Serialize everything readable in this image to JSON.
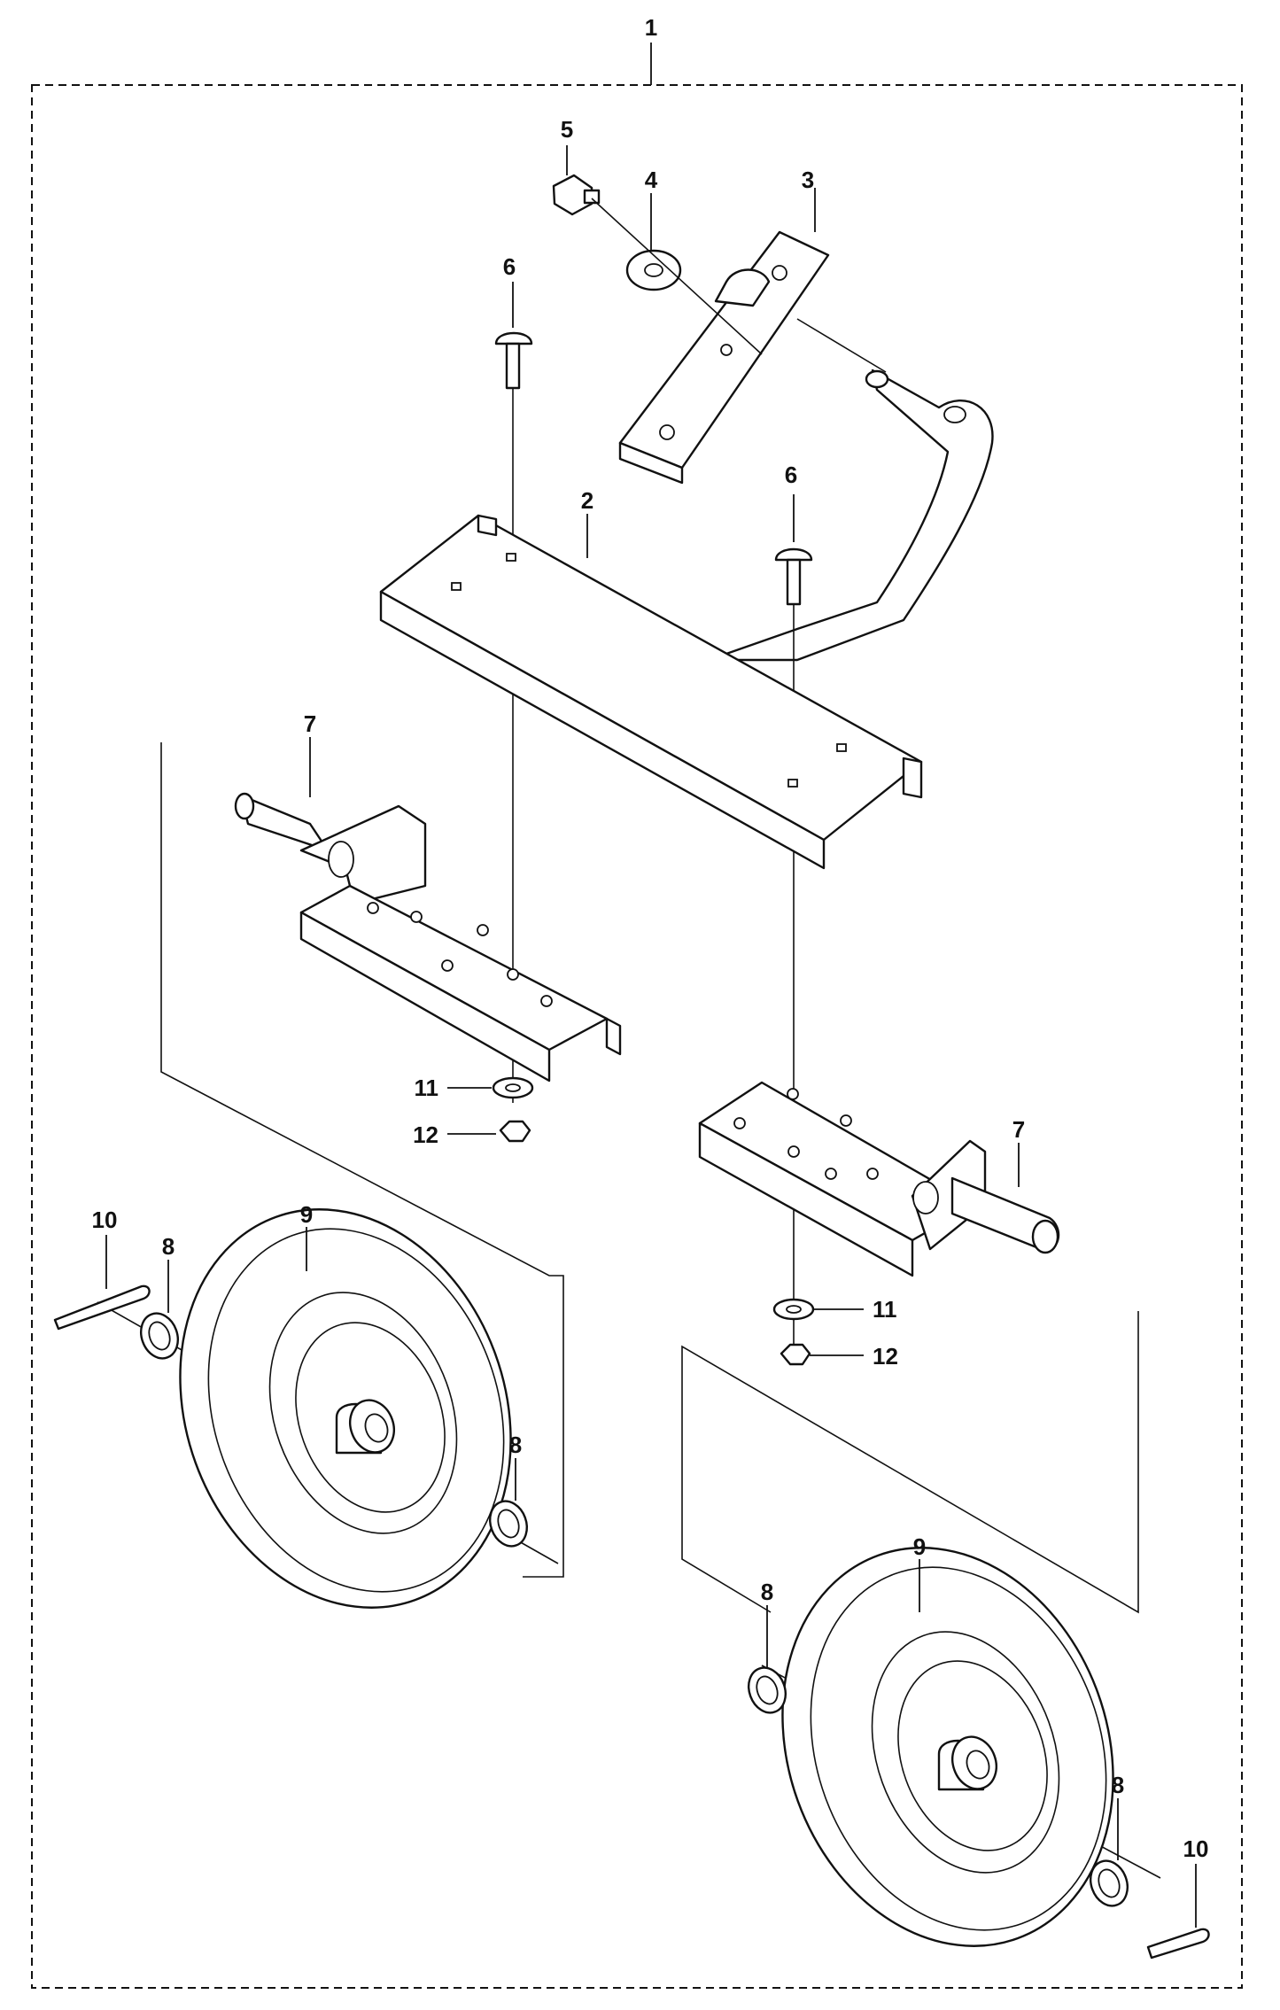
{
  "diagram": {
    "assembly_label": "1",
    "callouts": {
      "frame": "2",
      "handle_bracket": "3",
      "washer_4": "4",
      "bolt_5": "5",
      "carriage_bolt_left": "6",
      "carriage_bolt_right": "6",
      "axle_bracket_left": "7",
      "axle_bracket_right": "7",
      "washer_8_a": "8",
      "washer_8_b": "8",
      "washer_8_c": "8",
      "washer_8_d": "8",
      "wheel_left": "9",
      "wheel_right": "9",
      "cotter_pin_left": "10",
      "cotter_pin_right": "10",
      "lock_washer_left": "11",
      "lock_washer_right": "11",
      "nut_left": "12",
      "nut_right": "12"
    }
  }
}
